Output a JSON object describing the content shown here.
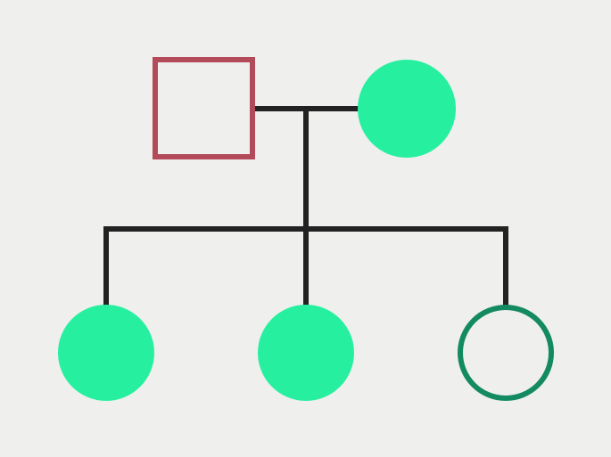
{
  "diagram": {
    "type": "pedigree",
    "colors": {
      "background": "#efefed",
      "line": "#222222",
      "male_outline": "#b24a5a",
      "affected_fill": "#26f0a0",
      "unaffected_outline": "#138a62"
    },
    "parents": {
      "father": {
        "shape": "square",
        "status": "unaffected"
      },
      "mother": {
        "shape": "circle",
        "status": "affected"
      }
    },
    "children": [
      {
        "shape": "circle",
        "status": "affected"
      },
      {
        "shape": "circle",
        "status": "affected"
      },
      {
        "shape": "circle",
        "status": "unaffected"
      }
    ]
  }
}
